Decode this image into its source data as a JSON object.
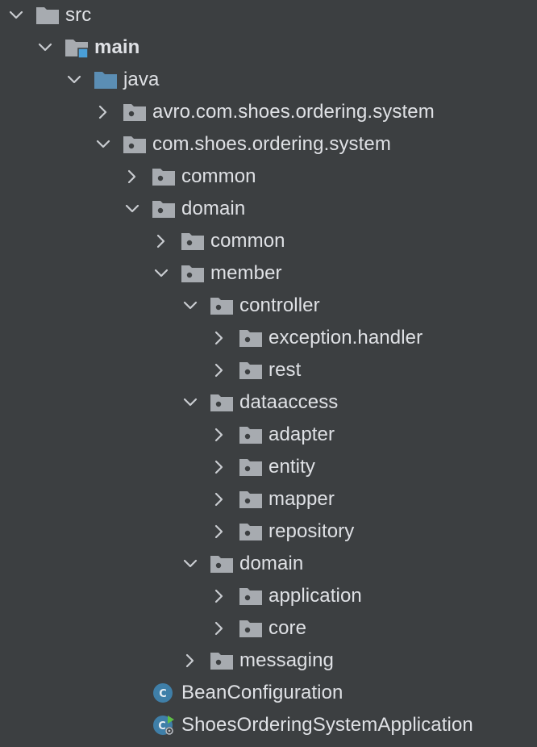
{
  "tree": [
    {
      "label": "src",
      "level": 0,
      "state": "expanded",
      "icon": "folder-icon",
      "bold": false
    },
    {
      "label": "main",
      "level": 1,
      "state": "expanded",
      "icon": "source-root-folder-icon",
      "bold": true
    },
    {
      "label": "java",
      "level": 2,
      "state": "expanded",
      "icon": "java-source-folder-icon",
      "bold": false
    },
    {
      "label": "avro.com.shoes.ordering.system",
      "level": 3,
      "state": "collapsed",
      "icon": "package-icon",
      "bold": false
    },
    {
      "label": "com.shoes.ordering.system",
      "level": 3,
      "state": "expanded",
      "icon": "package-icon",
      "bold": false
    },
    {
      "label": "common",
      "level": 4,
      "state": "collapsed",
      "icon": "package-icon",
      "bold": false
    },
    {
      "label": "domain",
      "level": 4,
      "state": "expanded",
      "icon": "package-icon",
      "bold": false
    },
    {
      "label": "common",
      "level": 5,
      "state": "collapsed",
      "icon": "package-icon",
      "bold": false
    },
    {
      "label": "member",
      "level": 5,
      "state": "expanded",
      "icon": "package-icon",
      "bold": false
    },
    {
      "label": "controller",
      "level": 6,
      "state": "expanded",
      "icon": "package-icon",
      "bold": false
    },
    {
      "label": "exception.handler",
      "level": 7,
      "state": "collapsed",
      "icon": "package-icon",
      "bold": false
    },
    {
      "label": "rest",
      "level": 7,
      "state": "collapsed",
      "icon": "package-icon",
      "bold": false
    },
    {
      "label": "dataaccess",
      "level": 6,
      "state": "expanded",
      "icon": "package-icon",
      "bold": false
    },
    {
      "label": "adapter",
      "level": 7,
      "state": "collapsed",
      "icon": "package-icon",
      "bold": false
    },
    {
      "label": "entity",
      "level": 7,
      "state": "collapsed",
      "icon": "package-icon",
      "bold": false
    },
    {
      "label": "mapper",
      "level": 7,
      "state": "collapsed",
      "icon": "package-icon",
      "bold": false
    },
    {
      "label": "repository",
      "level": 7,
      "state": "collapsed",
      "icon": "package-icon",
      "bold": false
    },
    {
      "label": "domain",
      "level": 6,
      "state": "expanded",
      "icon": "package-icon",
      "bold": false
    },
    {
      "label": "application",
      "level": 7,
      "state": "collapsed",
      "icon": "package-icon",
      "bold": false
    },
    {
      "label": "core",
      "level": 7,
      "state": "collapsed",
      "icon": "package-icon",
      "bold": false
    },
    {
      "label": "messaging",
      "level": 6,
      "state": "collapsed",
      "icon": "package-icon",
      "bold": false
    },
    {
      "label": "BeanConfiguration",
      "level": 4,
      "state": "leaf",
      "icon": "java-class-icon",
      "bold": false
    },
    {
      "label": "ShoesOrderingSystemApplication",
      "level": 4,
      "state": "leaf",
      "icon": "spring-boot-application-class-icon",
      "bold": false
    }
  ],
  "colors": {
    "background": "#3c3f41",
    "text": "#dfe1e5",
    "chevron": "#c9ccd0",
    "folder": "#a7abb0",
    "java_folder": "#5b8eb4",
    "source_root_badge": "#4a9fd8",
    "class_icon": "#3f7fa8",
    "run_badge": "#5fbf47"
  }
}
